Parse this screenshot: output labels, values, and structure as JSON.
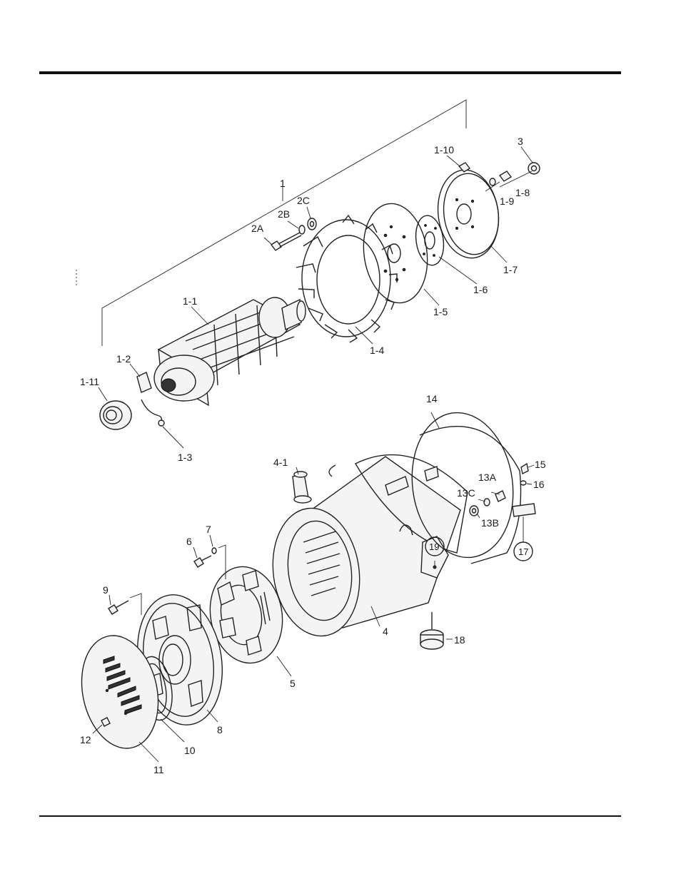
{
  "callouts": {
    "c_1": "1",
    "c_2A": "2A",
    "c_2B": "2B",
    "c_2C": "2C",
    "c_3": "3",
    "c_1_1": "1-1",
    "c_1_2": "1-2",
    "c_1_3": "1-3",
    "c_1_4": "1-4",
    "c_1_5": "1-5",
    "c_1_6": "1-6",
    "c_1_7": "1-7",
    "c_1_8": "1-8",
    "c_1_9": "1-9",
    "c_1_10": "1-10",
    "c_1_11": "1-11",
    "c_4": "4",
    "c_4_1": "4-1",
    "c_5": "5",
    "c_6": "6",
    "c_7": "7",
    "c_8": "8",
    "c_9": "9",
    "c_10": "10",
    "c_11": "11",
    "c_12": "12",
    "c_13A": "13A",
    "c_13B": "13B",
    "c_13C": "13C",
    "c_14": "14",
    "c_15": "15",
    "c_16": "16",
    "c_17": "17",
    "c_18": "18",
    "c_19": "19"
  }
}
